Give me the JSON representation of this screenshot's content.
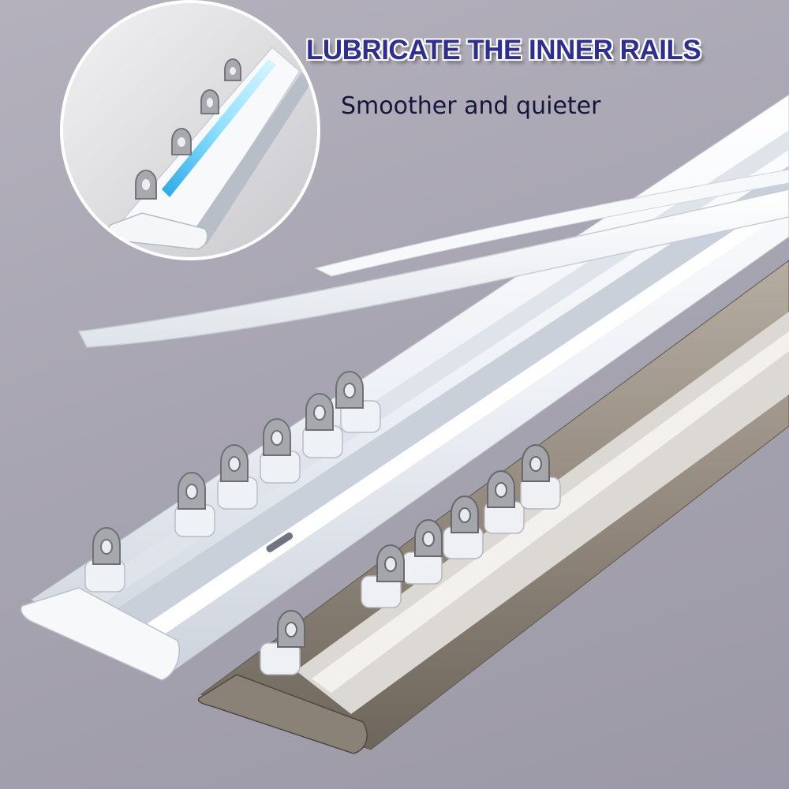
{
  "headline": "LUBRICATE THE INNER RAILS",
  "subheadline": "Smoother and quieter",
  "colors": {
    "background": "#aaa7b4",
    "headline_text": "#2e2f8f",
    "headline_outline": "#ffffff",
    "subheadline_text": "#14163a",
    "white_rail": "#f4f6f9",
    "bronze_rail": "#8f867b",
    "lubricant_highlight": "#5ec8f2"
  },
  "icons": [
    "magnifier-inset",
    "hook-glider",
    "end-cap",
    "lubricating-strip"
  ]
}
